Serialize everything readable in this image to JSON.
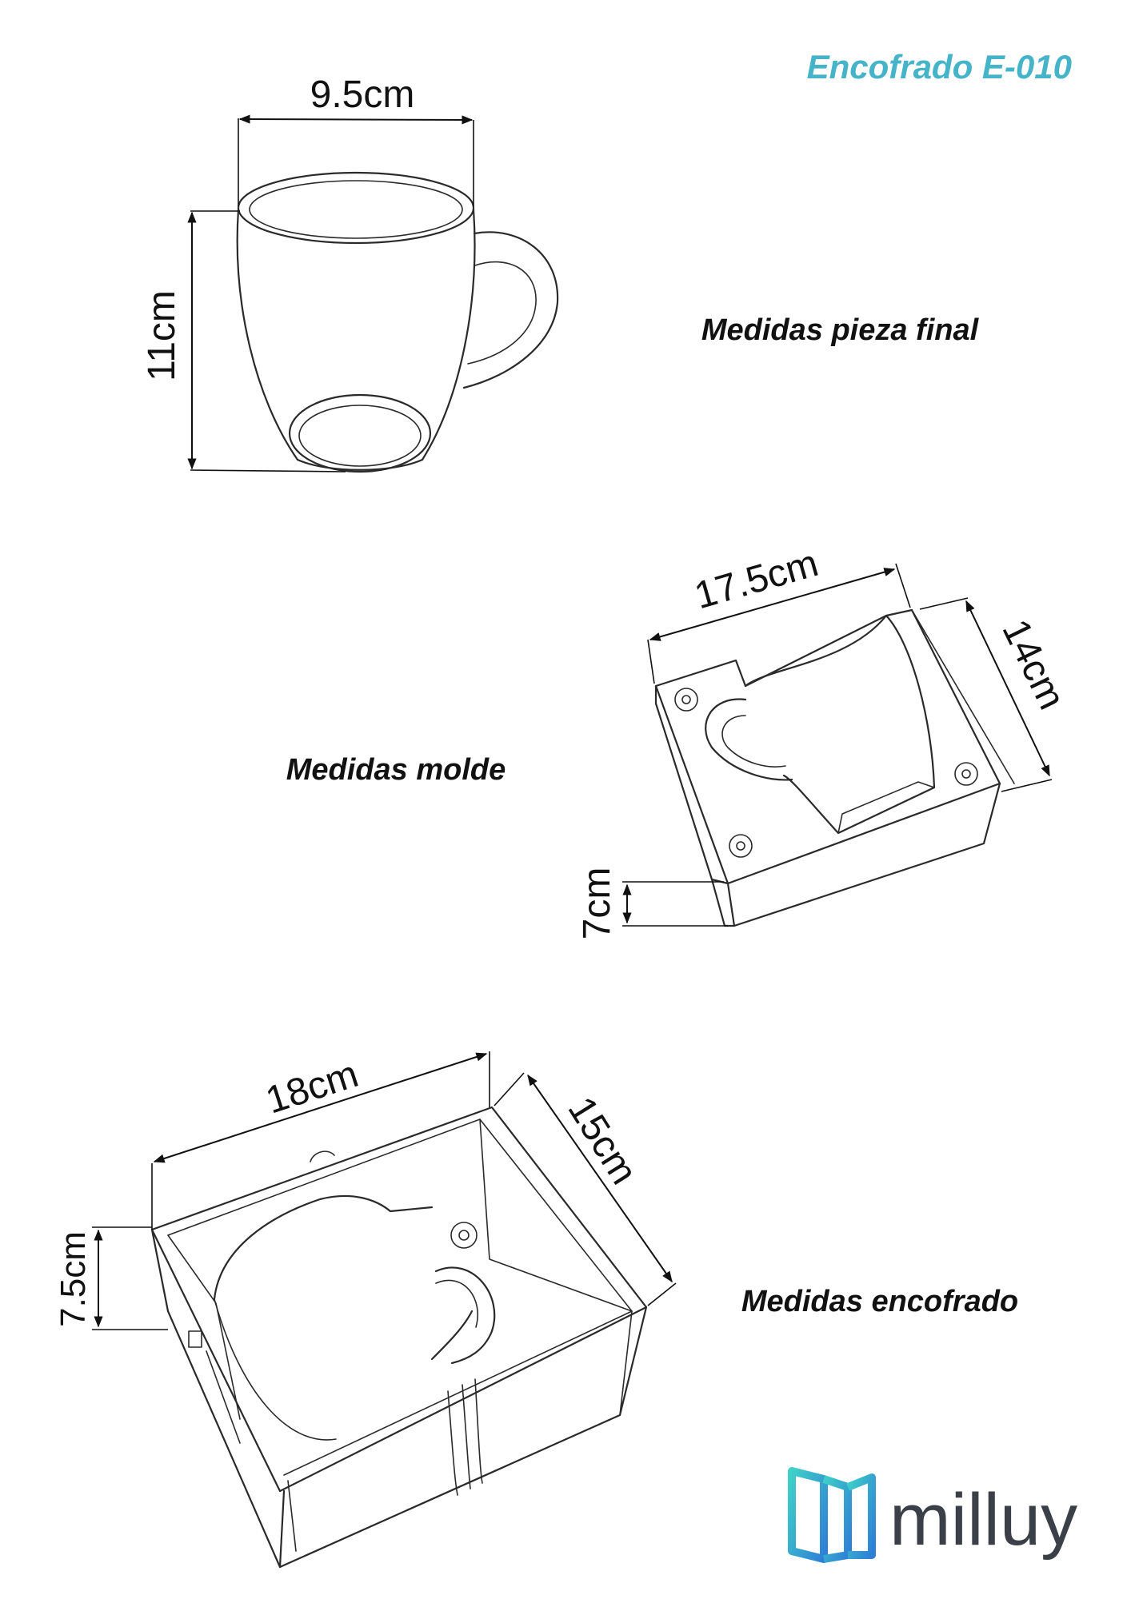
{
  "document": {
    "title": "Encofrado E-010",
    "title_color": "#45b3c8",
    "brand": {
      "name": "milluy",
      "logo_icon": "milluy-logo-icon",
      "logo_colors": [
        "#3fd0c8",
        "#2e7fd6"
      ],
      "text_color": "#3a3f48"
    }
  },
  "sections": {
    "final_piece": {
      "caption": "Medidas pieza final",
      "width_label": "9.5cm",
      "height_label": "11cm"
    },
    "mold": {
      "caption": "Medidas molde",
      "length_label": "17.5cm",
      "depth_label": "14cm",
      "height_label": "7cm"
    },
    "formwork": {
      "caption": "Medidas encofrado",
      "length_label": "18cm",
      "depth_label": "15cm",
      "height_label": "7.5cm"
    }
  }
}
